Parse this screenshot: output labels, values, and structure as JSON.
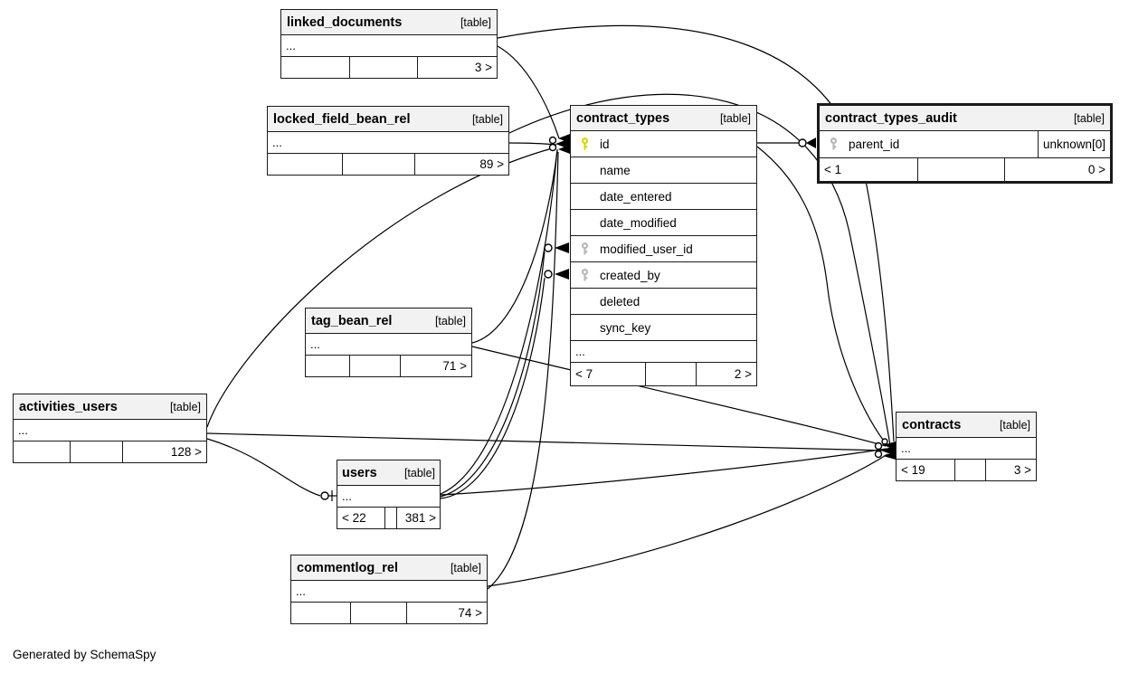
{
  "diagram": {
    "credit": "Generated by SchemaSpy",
    "colors": {
      "header_bg": "#f2f2f2",
      "border": "#1a1a1a",
      "primary_key": "#d8d802",
      "foreign_key": "#b8b8b8",
      "background": "#ffffff"
    },
    "tables": {
      "linked_documents": {
        "name": "linked_documents",
        "tag": "[table]",
        "body": "...",
        "footer": [
          "",
          "",
          "3 >"
        ]
      },
      "locked_field_bean_rel": {
        "name": "locked_field_bean_rel",
        "tag": "[table]",
        "body": "...",
        "footer": [
          "",
          "",
          "89 >"
        ]
      },
      "contract_types": {
        "name": "contract_types",
        "tag": "[table]",
        "columns": [
          {
            "name": "id",
            "key": "primary"
          },
          {
            "name": "name",
            "key": ""
          },
          {
            "name": "date_entered",
            "key": ""
          },
          {
            "name": "date_modified",
            "key": ""
          },
          {
            "name": "modified_user_id",
            "key": "foreign"
          },
          {
            "name": "created_by",
            "key": "foreign"
          },
          {
            "name": "deleted",
            "key": ""
          },
          {
            "name": "sync_key",
            "key": ""
          }
        ],
        "body": "...",
        "footer": [
          "< 7",
          "",
          "2 >"
        ]
      },
      "contract_types_audit": {
        "name": "contract_types_audit",
        "tag": "[table]",
        "columns": [
          {
            "name": "parent_id",
            "key": "foreign",
            "type": "unknown[0]"
          }
        ],
        "footer": [
          "< 1",
          "",
          "0 >"
        ]
      },
      "tag_bean_rel": {
        "name": "tag_bean_rel",
        "tag": "[table]",
        "body": "...",
        "footer": [
          "",
          "",
          "71 >"
        ]
      },
      "activities_users": {
        "name": "activities_users",
        "tag": "[table]",
        "body": "...",
        "footer": [
          "",
          "",
          "128 >"
        ]
      },
      "users": {
        "name": "users",
        "tag": "[table]",
        "body": "...",
        "footer": [
          "< 22",
          "",
          "381 >"
        ]
      },
      "commentlog_rel": {
        "name": "commentlog_rel",
        "tag": "[table]",
        "body": "...",
        "footer": [
          "",
          "",
          "74 >"
        ]
      },
      "contracts": {
        "name": "contracts",
        "tag": "[table]",
        "body": "...",
        "footer": [
          "< 19",
          "",
          "3 >"
        ]
      }
    },
    "relationships": [
      {
        "from": "linked_documents",
        "to": "contract_types.id"
      },
      {
        "from": "locked_field_bean_rel",
        "to": "contract_types.id"
      },
      {
        "from": "activities_users",
        "to": "contract_types.id"
      },
      {
        "from": "tag_bean_rel",
        "to": "contract_types.id"
      },
      {
        "from": "users",
        "to": "contract_types.id"
      },
      {
        "from": "commentlog_rel",
        "to": "contract_types.id"
      },
      {
        "from": "users",
        "to": "contract_types.modified_user_id"
      },
      {
        "from": "users",
        "to": "contract_types.created_by"
      },
      {
        "from": "contract_types.id",
        "to": "contract_types_audit.parent_id"
      },
      {
        "from": "linked_documents",
        "to": "contracts"
      },
      {
        "from": "locked_field_bean_rel",
        "to": "contracts"
      },
      {
        "from": "contract_types",
        "to": "contracts"
      },
      {
        "from": "users",
        "to": "contracts"
      },
      {
        "from": "activities_users",
        "to": "contracts"
      },
      {
        "from": "commentlog_rel",
        "to": "contracts"
      },
      {
        "from": "tag_bean_rel",
        "to": "contracts"
      },
      {
        "from": "activities_users",
        "to": "users"
      }
    ]
  }
}
